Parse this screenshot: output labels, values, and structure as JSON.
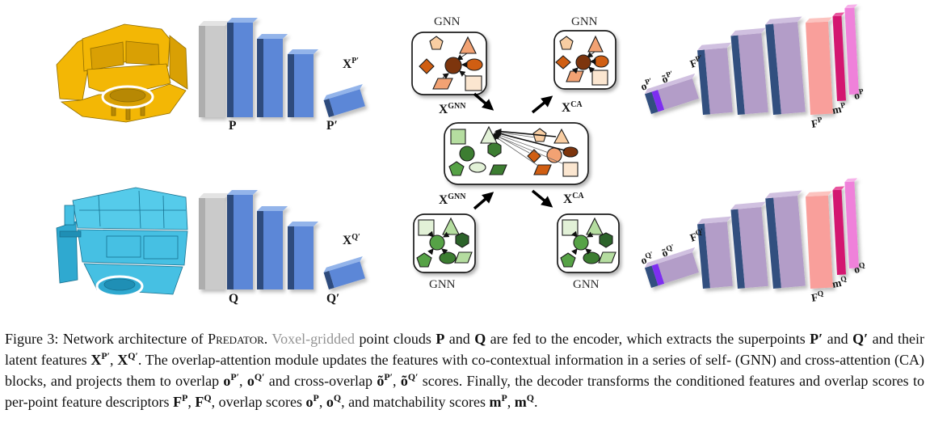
{
  "colors": {
    "bar_gray": "#cacaca",
    "bar_gray_side": "#aeaeae",
    "bar_gray_top": "#e3e3e3",
    "enc_blue": "#5c87d7",
    "enc_navy": "#2e4b7d",
    "enc_blue_top": "#93b4ea",
    "dec_mauve": "#b39dc8",
    "dec_mauve_top": "#d0c0e0",
    "dec_navy": "#30507f",
    "dec_violet": "#7d2ff0",
    "salmon": "#f99f9b",
    "salmon_top": "#fcc3bf",
    "magenta": "#d3146f",
    "magenta_top": "#e9579f",
    "pink": "#ef81da",
    "pink_top": "#f7b2ea",
    "cloud_yellow": "#f3b705",
    "cloud_yellow_dark": "#d9a004",
    "cloud_yellow_deep": "#b78804",
    "cloud_yellow_edge": "#8f6c02",
    "cloud_cyan": "#55cbea",
    "cloud_cyan_mid": "#46c0e3",
    "cloud_cyan_dark": "#2fa9d0",
    "cloud_cyan_deep": "#1f8fb5",
    "cloud_cyan_edge": "#17708f",
    "or_pale": "#fbe6d0",
    "or_light": "#f8cda2",
    "or_mid": "#f2a273",
    "or_deep": "#d05e12",
    "or_dark": "#7d350d",
    "gr_pale": "#e2f1d7",
    "gr_light": "#b5dda0",
    "gr_mid": "#56a246",
    "gr_deep": "#3c7d31",
    "gr_dark": "#2c632a",
    "caption_gray": "#939393"
  },
  "figure": {
    "enc_top": {
      "input": "P",
      "superpoint": "P′",
      "feat_b": "X",
      "feat_s": "P′"
    },
    "enc_bottom": {
      "input": "Q",
      "superpoint": "Q′",
      "feat_b": "X",
      "feat_s": "Q′"
    },
    "gnn_label": "GNN",
    "xgnn": {
      "b": "X",
      "s": "GNN"
    },
    "xca": {
      "b": "X",
      "s": "CA"
    },
    "dec_top": {
      "o": {
        "b": "o",
        "s": "P′"
      },
      "ot": {
        "b": "õ",
        "s": "P′"
      },
      "fp": {
        "b": "F",
        "s": "P′"
      },
      "F": {
        "b": "F",
        "s": "P"
      },
      "m": {
        "b": "m",
        "s": "P"
      },
      "op": {
        "b": "o",
        "s": "P"
      }
    },
    "dec_bottom": {
      "o": {
        "b": "o",
        "s": "Q′"
      },
      "ot": {
        "b": "õ",
        "s": "Q′"
      },
      "fp": {
        "b": "F",
        "s": "Q′"
      },
      "F": {
        "b": "F",
        "s": "Q"
      },
      "m": {
        "b": "m",
        "s": "Q"
      },
      "op": {
        "b": "o",
        "s": "Q"
      }
    }
  },
  "caption": {
    "segments": [
      {
        "text": "Figure 3: Network architecture of ",
        "style": "plain"
      },
      {
        "text": "Predator",
        "style": "sc"
      },
      {
        "text": ". ",
        "style": "plain"
      },
      {
        "text": "Voxel-gridded",
        "style": "gray"
      },
      {
        "text": " point clouds ",
        "style": "plain"
      },
      {
        "text": "P",
        "style": "bf"
      },
      {
        "text": " and ",
        "style": "plain"
      },
      {
        "text": "Q",
        "style": "bf"
      },
      {
        "text": " are fed to the encoder, which extracts the superpoints ",
        "style": "plain"
      },
      {
        "text": "P′",
        "style": "bf"
      },
      {
        "text": " and ",
        "style": "plain"
      },
      {
        "text": "Q′",
        "style": "bf"
      },
      {
        "text": " and their latent features ",
        "style": "plain"
      },
      {
        "text": "X",
        "style": "bf",
        "sup": "P′"
      },
      {
        "text": ", ",
        "style": "plain"
      },
      {
        "text": "X",
        "style": "bf",
        "sup": "Q′"
      },
      {
        "text": ". The overlap-attention module updates the features with co-contextual information in a series of self- (GNN) and cross-attention (CA) blocks, and projects them to overlap ",
        "style": "plain"
      },
      {
        "text": "o",
        "style": "bf",
        "sup": "P′"
      },
      {
        "text": ", ",
        "style": "plain"
      },
      {
        "text": "o",
        "style": "bf",
        "sup": "Q′"
      },
      {
        "text": " and cross-overlap ",
        "style": "plain"
      },
      {
        "text": "õ",
        "style": "bf",
        "sup": "P′"
      },
      {
        "text": ", ",
        "style": "plain"
      },
      {
        "text": "õ",
        "style": "bf",
        "sup": "Q′"
      },
      {
        "text": " scores. Finally, the decoder transforms the conditioned features and overlap scores to per-point feature descriptors ",
        "style": "plain"
      },
      {
        "text": "F",
        "style": "bf",
        "sup": "P"
      },
      {
        "text": ", ",
        "style": "plain"
      },
      {
        "text": "F",
        "style": "bf",
        "sup": "Q"
      },
      {
        "text": ", overlap scores ",
        "style": "plain"
      },
      {
        "text": "o",
        "style": "bf",
        "sup": "P"
      },
      {
        "text": ", ",
        "style": "plain"
      },
      {
        "text": "o",
        "style": "bf",
        "sup": "Q"
      },
      {
        "text": ", and matchability scores ",
        "style": "plain"
      },
      {
        "text": "m",
        "style": "bf",
        "sup": "P"
      },
      {
        "text": ", ",
        "style": "plain"
      },
      {
        "text": "m",
        "style": "bf",
        "sup": "Q"
      },
      {
        "text": ".",
        "style": "plain"
      }
    ]
  }
}
